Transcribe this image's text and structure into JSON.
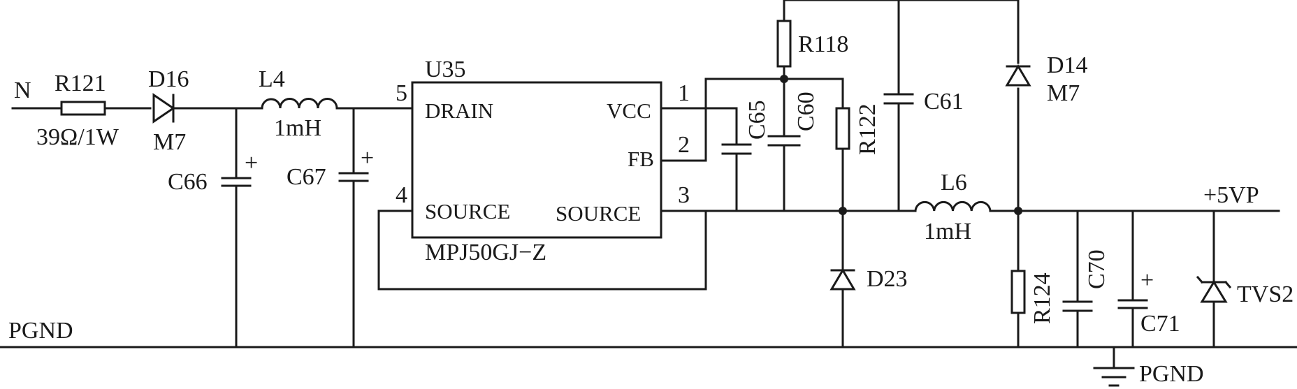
{
  "labels": {
    "net_n": "N",
    "r121": "R121",
    "r121_value": "39Ω/1W",
    "d16": "D16",
    "d16_value": "M7",
    "l4": "L4",
    "l4_value": "1mH",
    "c66": "C66",
    "c67": "C67",
    "u35": "U35",
    "u35_part": "MPJ50GJ−Z",
    "c65": "C65",
    "c60": "C60",
    "r118": "R118",
    "r122": "R122",
    "c61": "C61",
    "d14": "D14",
    "d14_value": "M7",
    "l6": "L6",
    "l6_value": "1mH",
    "d23": "D23",
    "r124": "R124",
    "c70": "C70",
    "c71": "C71",
    "tvs2": "TVS2",
    "net_5vp": "+5VP",
    "pgnd_left": "PGND",
    "pgnd_ground": "PGND",
    "plus": "+"
  },
  "pins": {
    "drain": "DRAIN",
    "vcc": "VCC",
    "fb": "FB",
    "source_left": "SOURCE",
    "source_right": "SOURCE",
    "n1": "1",
    "n2": "2",
    "n3": "3",
    "n4": "4",
    "n5": "5"
  }
}
